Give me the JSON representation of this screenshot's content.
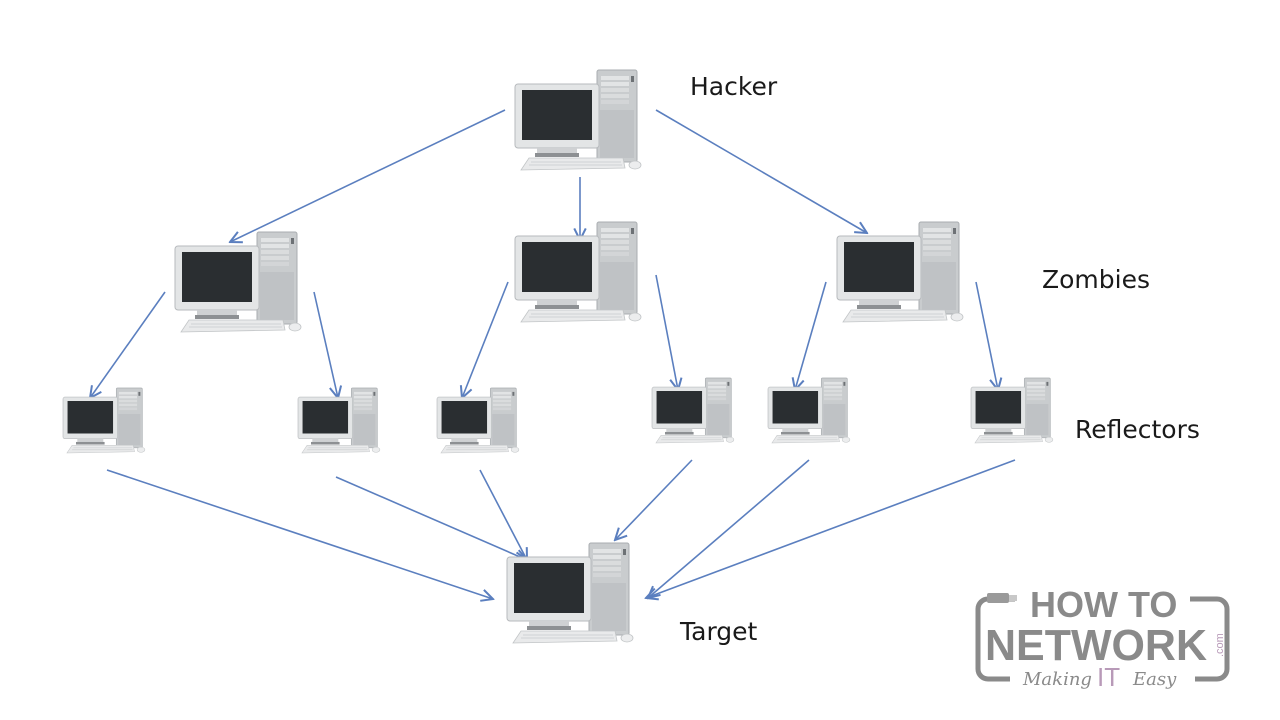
{
  "labels": {
    "hacker": "Hacker",
    "zombies": "Zombies",
    "reflectors": "Reflectors",
    "target": "Target"
  },
  "nodes": [
    {
      "id": "hacker",
      "role": "hacker",
      "icon": "desktop-computer-icon"
    },
    {
      "id": "zombie-1",
      "role": "zombie",
      "icon": "desktop-computer-icon"
    },
    {
      "id": "zombie-2",
      "role": "zombie",
      "icon": "desktop-computer-icon"
    },
    {
      "id": "zombie-3",
      "role": "zombie",
      "icon": "desktop-computer-icon"
    },
    {
      "id": "reflector-1",
      "role": "reflector",
      "icon": "desktop-computer-icon"
    },
    {
      "id": "reflector-2",
      "role": "reflector",
      "icon": "desktop-computer-icon"
    },
    {
      "id": "reflector-3",
      "role": "reflector",
      "icon": "desktop-computer-icon"
    },
    {
      "id": "reflector-4",
      "role": "reflector",
      "icon": "desktop-computer-icon"
    },
    {
      "id": "reflector-5",
      "role": "reflector",
      "icon": "desktop-computer-icon"
    },
    {
      "id": "reflector-6",
      "role": "reflector",
      "icon": "desktop-computer-icon"
    },
    {
      "id": "target",
      "role": "target",
      "icon": "desktop-computer-icon"
    }
  ],
  "edges": [
    {
      "from": "hacker",
      "to": "zombie-1"
    },
    {
      "from": "hacker",
      "to": "zombie-2"
    },
    {
      "from": "hacker",
      "to": "zombie-3"
    },
    {
      "from": "zombie-1",
      "to": "reflector-1"
    },
    {
      "from": "zombie-1",
      "to": "reflector-2"
    },
    {
      "from": "zombie-2",
      "to": "reflector-3"
    },
    {
      "from": "zombie-2",
      "to": "reflector-4"
    },
    {
      "from": "zombie-3",
      "to": "reflector-5"
    },
    {
      "from": "zombie-3",
      "to": "reflector-6"
    },
    {
      "from": "reflector-1",
      "to": "target"
    },
    {
      "from": "reflector-2",
      "to": "target"
    },
    {
      "from": "reflector-3",
      "to": "target"
    },
    {
      "from": "reflector-4",
      "to": "target"
    },
    {
      "from": "reflector-5",
      "to": "target"
    },
    {
      "from": "reflector-6",
      "to": "target"
    }
  ],
  "colors": {
    "arrow": "#5b7fbf",
    "logo_gray": "#8a8a8a",
    "logo_accent": "#b89ab8",
    "label_text": "#1a1a1a"
  },
  "logo": {
    "line1": "HOW TO",
    "line2": "NETWORK",
    "dotcom": ".com",
    "tagline_pre": "Making",
    "tagline_it": "IT",
    "tagline_post": "Easy"
  }
}
